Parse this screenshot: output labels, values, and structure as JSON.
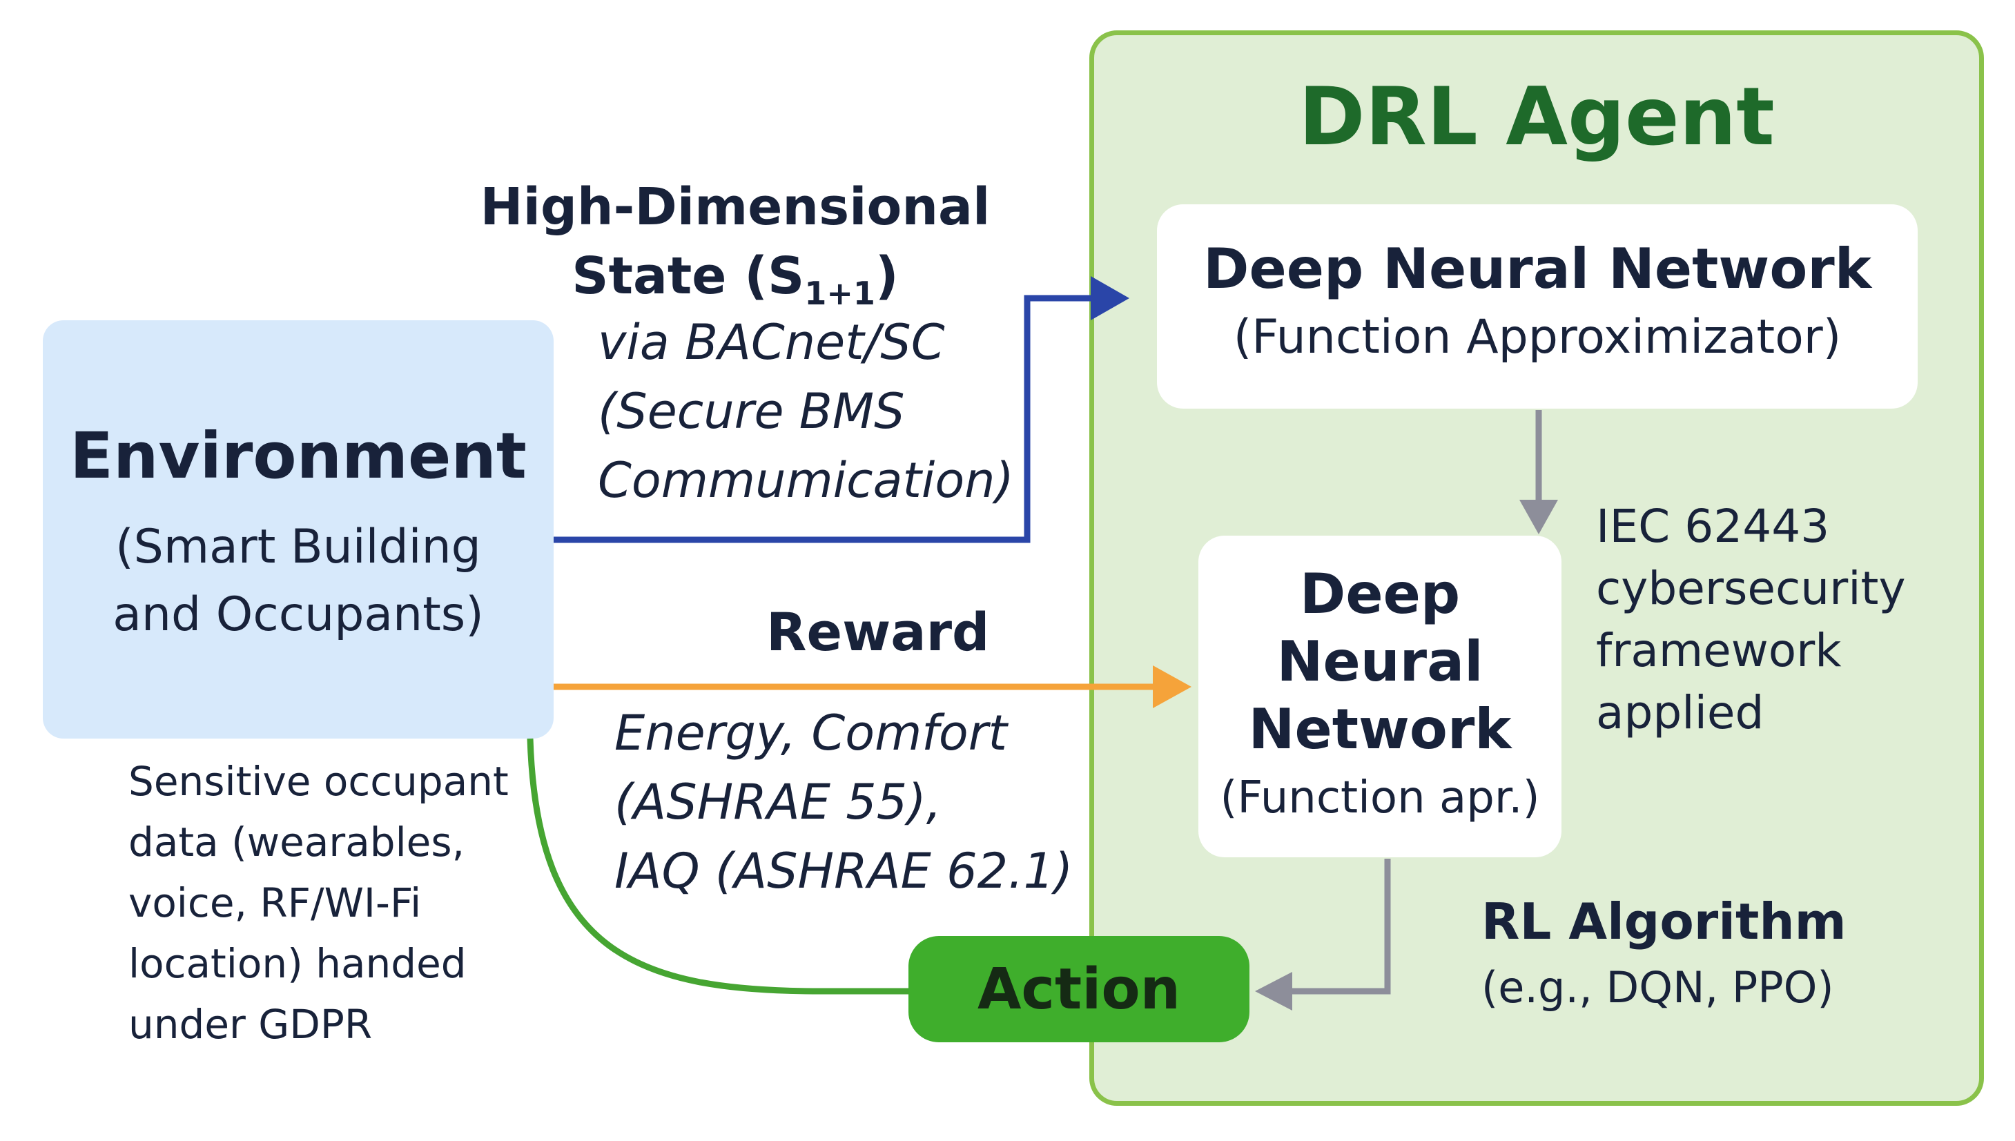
{
  "agent": {
    "title": "DRL Agent",
    "dnn_top": {
      "title": "Deep Neural Network",
      "subtitle": "(Function Approximizator)"
    },
    "dnn_mid": {
      "title_lines": [
        "Deep",
        "Neural",
        "Network"
      ],
      "subtitle": "(Function apr.)"
    },
    "security_note": [
      "IEC 62443",
      "cybersecurity",
      "framework",
      "applied"
    ],
    "rl_algorithm": {
      "title": "RL Algorithm",
      "subtitle": "(e.g., DQN, PPO)"
    },
    "action_label": "Action"
  },
  "environment": {
    "title": "Environment",
    "subtitle_lines": [
      "(Smart Building",
      "and Occupants)"
    ],
    "sensitive_note": [
      "Sensitive occupant",
      "data (wearables,",
      "voice, RF/WI-Fi",
      "location) handed",
      "under GDPR"
    ]
  },
  "state_edge": {
    "title_line1": "High-Dimensional",
    "title_line2_prefix": "State (S",
    "title_line2_sub": "1+1",
    "title_line2_suffix": ")",
    "via_lines": [
      "via BACnet/SC",
      "(Secure BMS",
      "Commumication)"
    ]
  },
  "reward_edge": {
    "title": "Reward",
    "desc_lines": [
      "Energy, Comfort",
      "(ASHRAE 55),",
      "IAQ (ASHRAE 62.1)"
    ]
  },
  "colors": {
    "state_arrow": "#2a45a8",
    "reward_arrow": "#f5a33a",
    "action_curve": "#46a532",
    "internal_arrow": "#8d8e9a",
    "agent_border": "#8ac24a",
    "agent_fill": "#e0eed5",
    "environment_fill": "#d7e9fb",
    "action_fill": "#3fae2c"
  }
}
